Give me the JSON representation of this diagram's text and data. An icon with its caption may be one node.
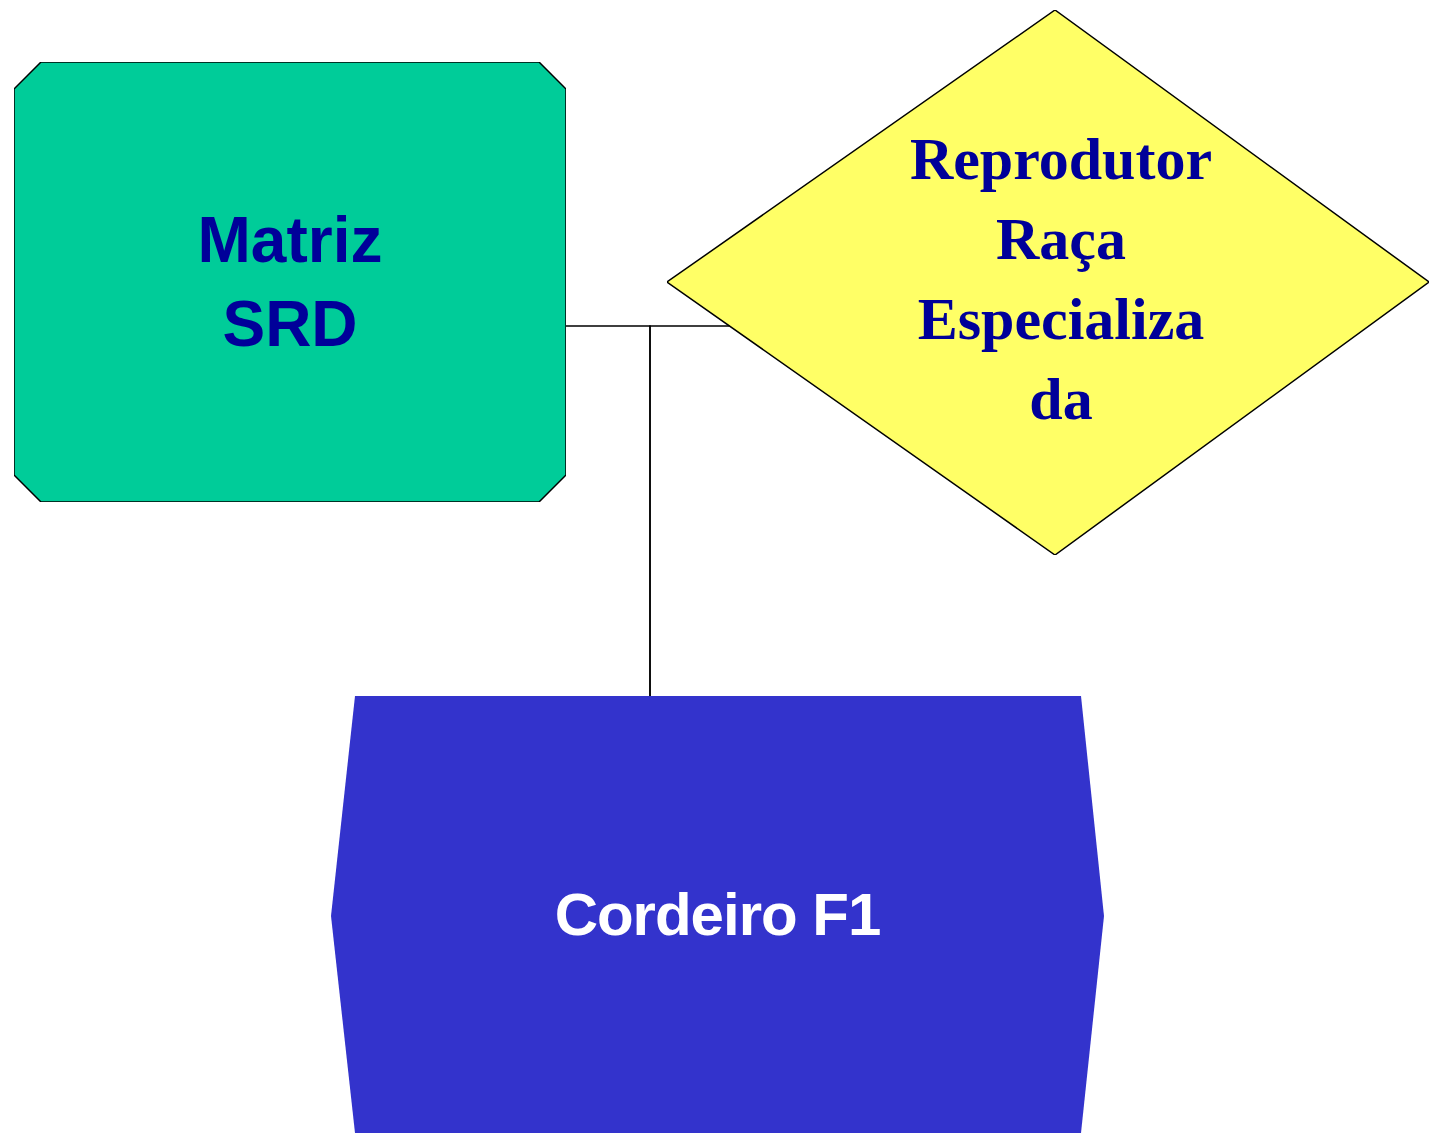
{
  "diagram": {
    "nodes": [
      {
        "text": [
          "Matriz SRD"
        ]
      },
      {
        "text": [
          "Reprodutor Raça Especializa da"
        ]
      },
      {
        "text": [
          "Cordeiro F1"
        ]
      }
    ],
    "edges": [
      {
        "from": 0,
        "to": 2,
        "arrow": "none"
      },
      {
        "from": 1,
        "to": 2,
        "arrow": "none"
      }
    ]
  }
}
